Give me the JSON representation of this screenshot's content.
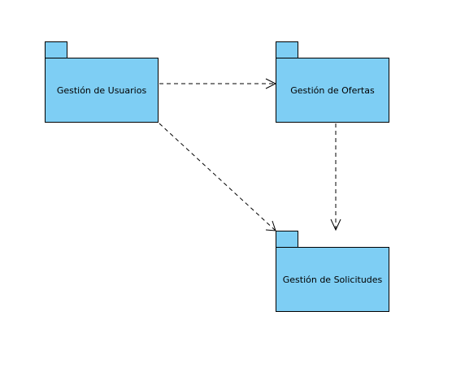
{
  "diagram": {
    "type": "uml-package-diagram",
    "colors": {
      "package_fill": "#7ecef4",
      "package_stroke": "#000000",
      "background": "#ffffff"
    },
    "packages": {
      "usuarios": {
        "label": "Gestión de Usuarios"
      },
      "ofertas": {
        "label": "Gestión de Ofertas"
      },
      "solicitudes": {
        "label": "Gestión de Solicitudes"
      }
    },
    "dependencies": [
      {
        "from": "usuarios",
        "to": "ofertas",
        "style": "dashed-open-arrow"
      },
      {
        "from": "usuarios",
        "to": "solicitudes",
        "style": "dashed-open-arrow"
      },
      {
        "from": "ofertas",
        "to": "solicitudes",
        "style": "dashed-open-arrow"
      }
    ]
  }
}
